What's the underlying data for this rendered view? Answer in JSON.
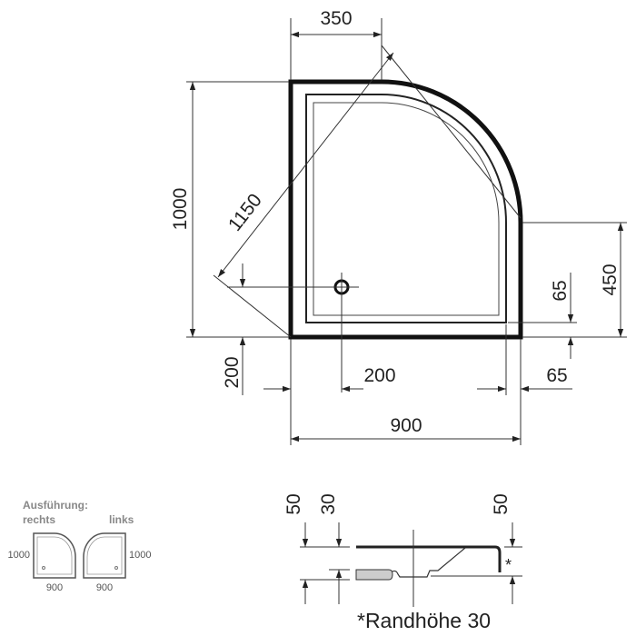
{
  "main_plan": {
    "dimensions": {
      "width": "900",
      "depth": "1000",
      "diagonal": "1150",
      "arc_start": "350",
      "straight_side": "450",
      "drain_x": "200",
      "drain_y": "200",
      "rim_side": "65",
      "rim_front": "65"
    }
  },
  "variants": {
    "heading": "Ausführung:",
    "right_label": "rechts",
    "left_label": "links",
    "right_depth": "1000",
    "right_width": "900",
    "left_depth": "1000",
    "left_width": "900"
  },
  "section": {
    "dim_left_total": "50",
    "dim_left_inner": "30",
    "dim_right": "50",
    "asterisk": "*",
    "note": "*Randhöhe 30",
    "fill_color": "#cccccc"
  }
}
